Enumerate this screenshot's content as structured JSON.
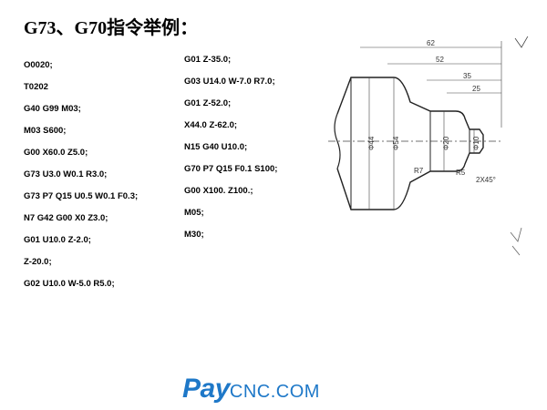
{
  "title": "G73、G70指令举例：",
  "code_left": [
    "O0020;",
    "T0202",
    "G40 G99 M03;",
    "M03 S600;",
    "G00 X60.0 Z5.0;",
    "G73 U3.0 W0.1 R3.0;",
    "G73 P7 Q15 U0.5 W0.1 F0.3;",
    "N7  G42 G00 X0 Z3.0;",
    "G01 U10.0 Z-2.0;",
    "Z-20.0;",
    "G02 U10.0 W-5.0 R5.0;"
  ],
  "code_right": [
    "G01 Z-35.0;",
    "G03 U14.0 W-7.0 R7.0;",
    "G01 Z-52.0;",
    "X44.0 Z-62.0;",
    "N15 G40 U10.0;",
    "G70 P7 Q15 F0.1 S100;",
    "G00 X100. Z100.;",
    "M05;",
    "M30;"
  ],
  "drawing": {
    "dims": {
      "len_62": "62",
      "len_52": "52",
      "len_35": "35",
      "len_25": "25",
      "d44": "Φ44",
      "d54": "Φ54",
      "d20": "Φ20",
      "d10": "Φ10",
      "r7": "R7",
      "r5": "R5",
      "chamfer": "2X45°"
    }
  },
  "watermark": {
    "brand": "Pay",
    "domain": "CNC.COM",
    "brand_color": "#1e78c8"
  }
}
